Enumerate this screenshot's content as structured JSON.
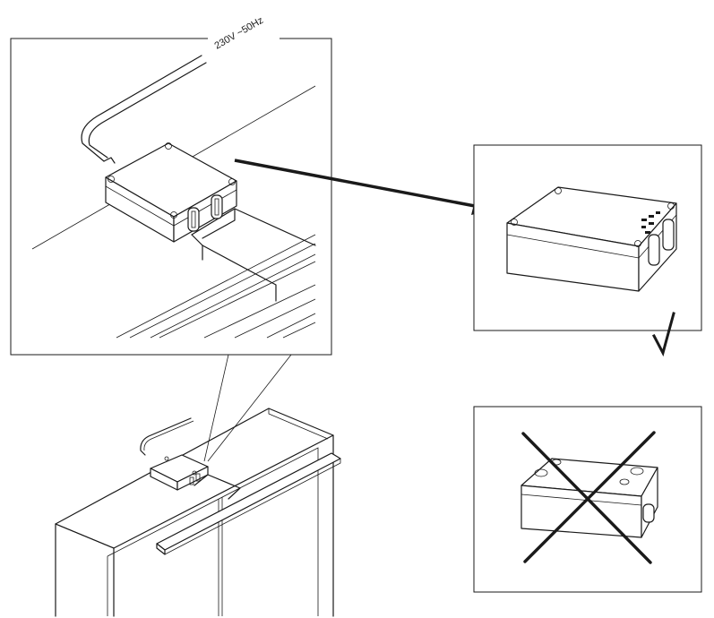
{
  "voltage_label": "230V ~50Hz",
  "correct_mark": "√",
  "detail_view": {
    "icon": "junction-box-installed-on-cabinet"
  },
  "correct_view": {
    "icon": "junction-box-correct-orientation"
  },
  "incorrect_view": {
    "icon": "junction-box-incorrect-orientation"
  }
}
